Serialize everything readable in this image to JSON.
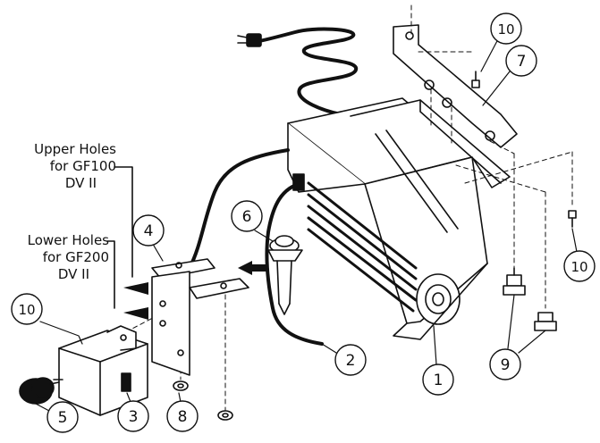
{
  "notes": {
    "upper_line1": "Upper Holes",
    "upper_line2": "for GF100",
    "upper_line3": "DV II",
    "lower_line1": "Lower Holes",
    "lower_line2": "for GF200",
    "lower_line3": "DV II"
  },
  "callouts": [
    {
      "id": "c1",
      "label": "1"
    },
    {
      "id": "c2",
      "label": "2"
    },
    {
      "id": "c3",
      "label": "3"
    },
    {
      "id": "c4",
      "label": "4"
    },
    {
      "id": "c5",
      "label": "5"
    },
    {
      "id": "c6",
      "label": "6"
    },
    {
      "id": "c7",
      "label": "7"
    },
    {
      "id": "c8",
      "label": "8"
    },
    {
      "id": "c9",
      "label": "9"
    },
    {
      "id": "c10a",
      "label": "10"
    },
    {
      "id": "c10b",
      "label": "10"
    },
    {
      "id": "c10c",
      "label": "10"
    }
  ]
}
